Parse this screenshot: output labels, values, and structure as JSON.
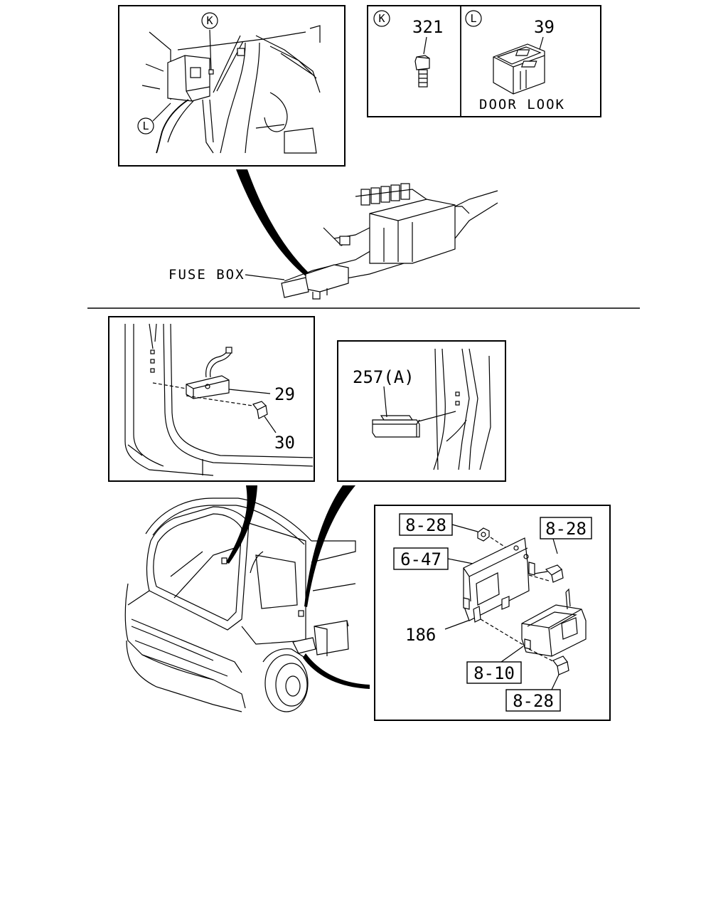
{
  "diagram": {
    "circle_labels": {
      "k": "K",
      "l": "L"
    },
    "callouts": {
      "c321": "321",
      "c39": "39",
      "door_look": "DOOR LOOK",
      "fuse_box": "FUSE BOX",
      "c29": "29",
      "c30": "30",
      "c257a": "257(A)",
      "c8_28_a": "8-28",
      "c8_28_b": "8-28",
      "c6_47": "6-47",
      "c186": "186",
      "c8_10": "8-10",
      "c8_28_c": "8-28"
    }
  }
}
